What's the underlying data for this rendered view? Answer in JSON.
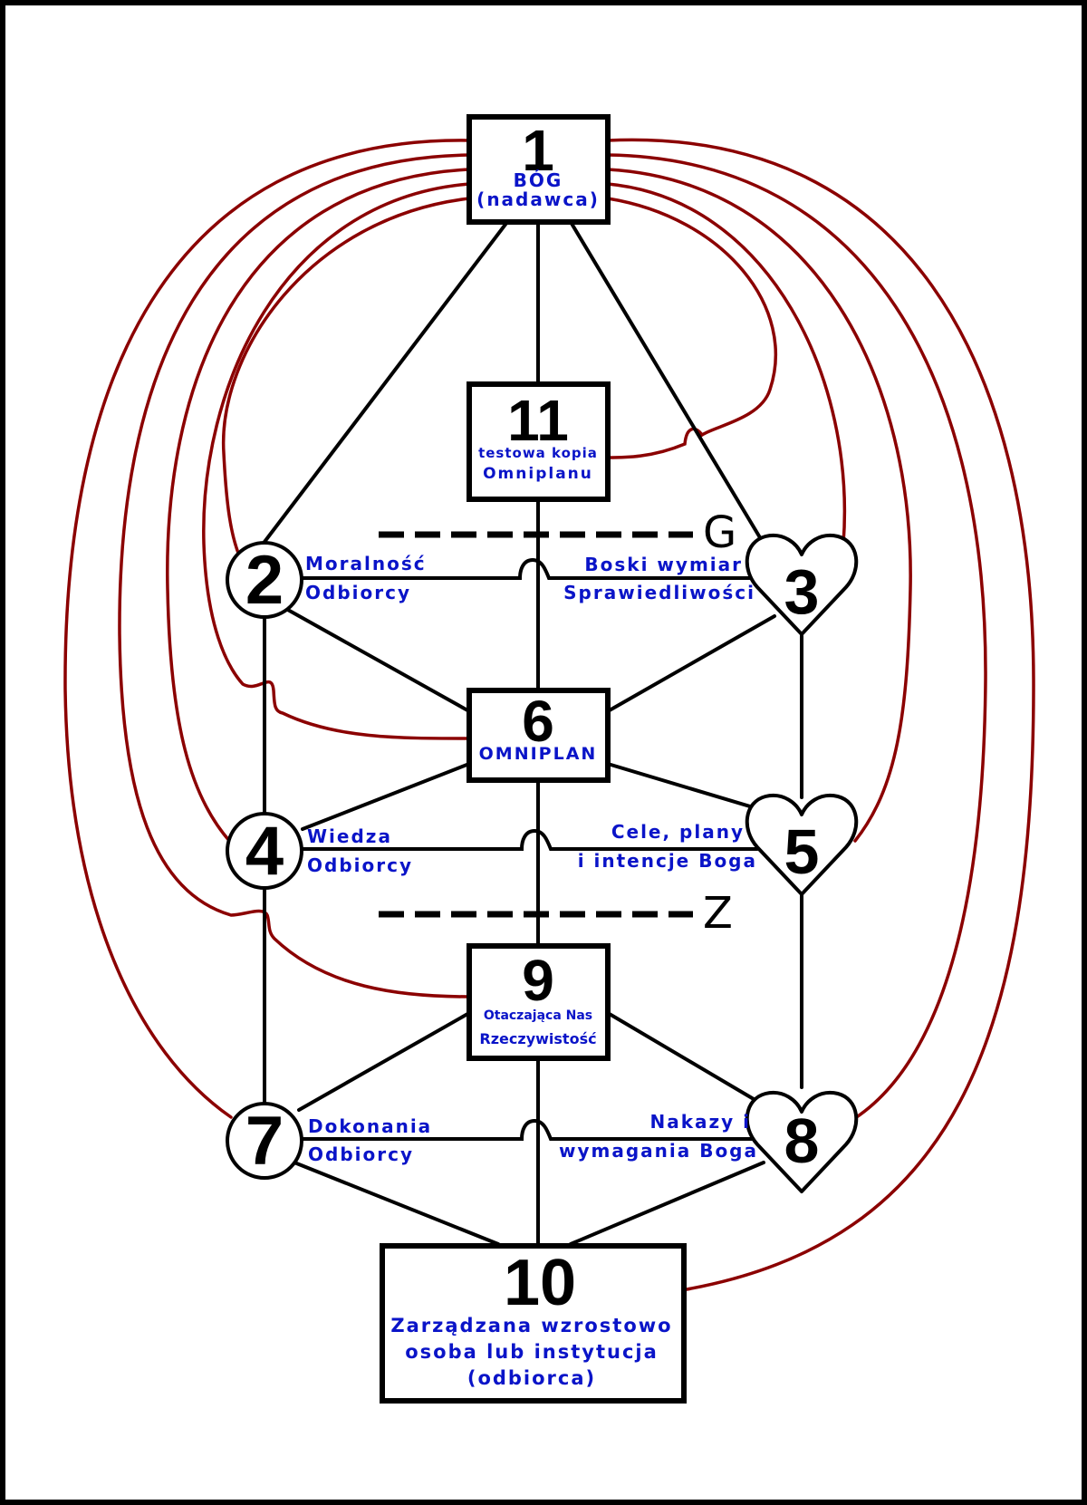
{
  "colors": {
    "text": "#0a14c8",
    "links": "#8b0000",
    "outline": "#000000"
  },
  "nodes": {
    "n1": {
      "number": "1",
      "lines": [
        "BÓG",
        "(nadawca)"
      ]
    },
    "n11": {
      "number": "11",
      "lines": [
        "testowa kopia",
        "Omniplanu"
      ]
    },
    "n2": {
      "number": "2",
      "lines": [
        "Moralność",
        "Odbiorcy"
      ]
    },
    "n3": {
      "number": "3",
      "lines": [
        "Boski wymiar",
        "Sprawiedliwości"
      ]
    },
    "n6": {
      "number": "6",
      "lines": [
        "OMNIPLAN"
      ]
    },
    "n4": {
      "number": "4",
      "lines": [
        "Wiedza",
        "Odbiorcy"
      ]
    },
    "n5": {
      "number": "5",
      "lines": [
        "Cele, plany",
        "i intencje Boga"
      ]
    },
    "n9": {
      "number": "9",
      "lines": [
        "Otaczająca Nas",
        "Rzeczywistość"
      ]
    },
    "n7": {
      "number": "7",
      "lines": [
        "Dokonania",
        "Odbiorcy"
      ]
    },
    "n8": {
      "number": "8",
      "lines": [
        "Nakazy i",
        "wymagania Boga"
      ]
    },
    "n10": {
      "number": "10",
      "lines": [
        "Zarządzana wzrostowo",
        "osoba lub instytucja",
        "(odbiorca)"
      ]
    }
  },
  "zones": {
    "upper": "G",
    "lower": "Z"
  }
}
